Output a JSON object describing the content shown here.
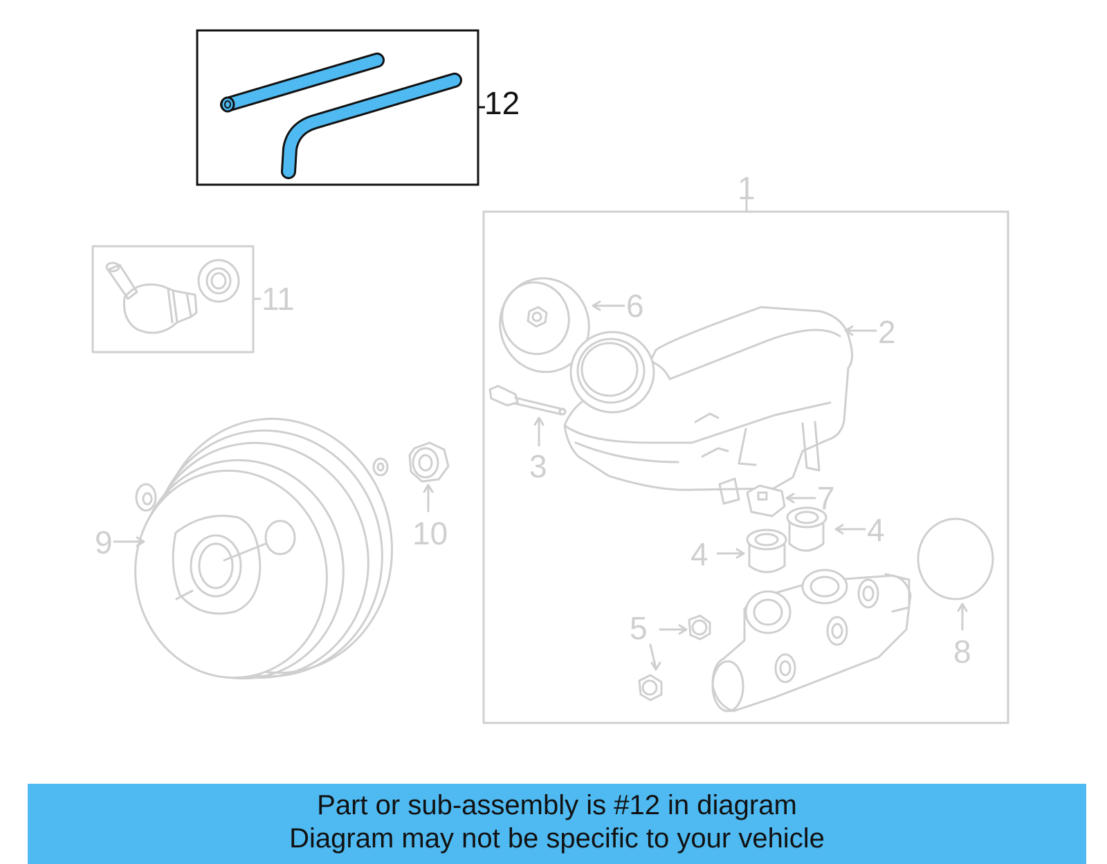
{
  "callouts": {
    "c1": "1",
    "c2": "2",
    "c3": "3",
    "c4a": "4",
    "c4b": "4",
    "c5": "5",
    "c6": "6",
    "c7": "7",
    "c8": "8",
    "c9": "9",
    "c10": "10",
    "c11": "11",
    "c12": "12"
  },
  "highlight_color": "#4fbaf2",
  "banner": {
    "line1": "Part or sub-assembly is #12 in diagram",
    "line2": "Diagram may not be specific to your vehicle"
  }
}
